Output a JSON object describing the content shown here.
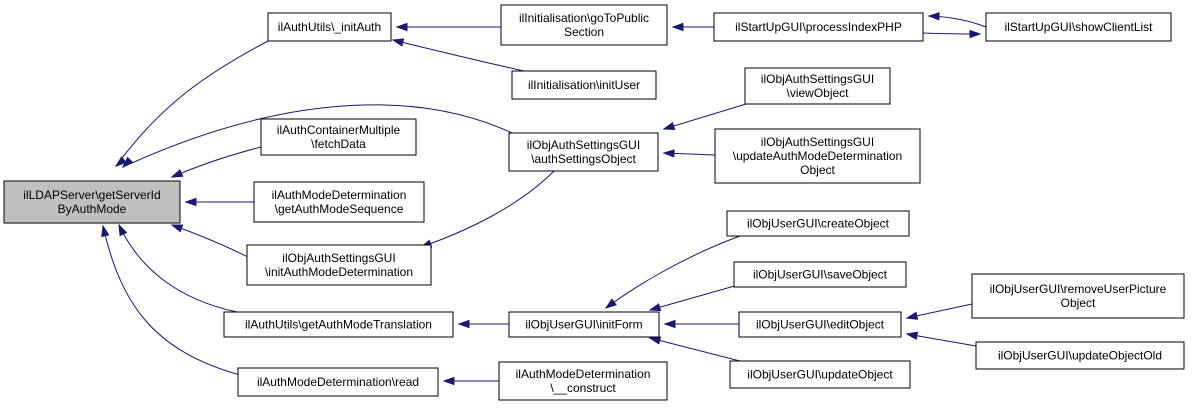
{
  "graph": {
    "nodes": [
      {
        "id": "getServerId",
        "lines": [
          "ilLDAPServer\\getServerId",
          "ByAuthMode"
        ],
        "focus": true
      },
      {
        "id": "initAuth",
        "lines": [
          "ilAuthUtils\\_initAuth"
        ]
      },
      {
        "id": "containerMultiple",
        "lines": [
          "ilAuthContainerMultiple",
          "\\fetchData"
        ]
      },
      {
        "id": "authModeDetSeq",
        "lines": [
          "ilAuthModeDetermination",
          "\\getAuthModeSequence"
        ]
      },
      {
        "id": "initAuthModeDet",
        "lines": [
          "ilObjAuthSettingsGUI",
          "\\initAuthModeDetermination"
        ]
      },
      {
        "id": "getAuthModeTrans",
        "lines": [
          "ilAuthUtils\\getAuthModeTranslation"
        ]
      },
      {
        "id": "authModeDetRead",
        "lines": [
          "ilAuthModeDetermination\\read"
        ]
      },
      {
        "id": "goToPublic",
        "lines": [
          "ilInitialisation\\goToPublic",
          "Section"
        ]
      },
      {
        "id": "initUser",
        "lines": [
          "ilInitialisation\\initUser"
        ]
      },
      {
        "id": "authSettingsObject",
        "lines": [
          "ilObjAuthSettingsGUI",
          "\\authSettingsObject"
        ]
      },
      {
        "id": "initForm",
        "lines": [
          "ilObjUserGUI\\initForm"
        ]
      },
      {
        "id": "construct",
        "lines": [
          "ilAuthModeDetermination",
          "\\__construct"
        ]
      },
      {
        "id": "processIndexPHP",
        "lines": [
          "ilStartUpGUI\\processIndexPHP"
        ]
      },
      {
        "id": "showClientList",
        "lines": [
          "ilStartUpGUI\\showClientList"
        ]
      },
      {
        "id": "viewObject",
        "lines": [
          "ilObjAuthSettingsGUI",
          "\\viewObject"
        ]
      },
      {
        "id": "updateAuthModeDet",
        "lines": [
          "ilObjAuthSettingsGUI",
          "\\updateAuthModeDetermination",
          "Object"
        ]
      },
      {
        "id": "createObject",
        "lines": [
          "ilObjUserGUI\\createObject"
        ]
      },
      {
        "id": "saveObject",
        "lines": [
          "ilObjUserGUI\\saveObject"
        ]
      },
      {
        "id": "editObject",
        "lines": [
          "ilObjUserGUI\\editObject"
        ]
      },
      {
        "id": "updateObject",
        "lines": [
          "ilObjUserGUI\\updateObject"
        ]
      },
      {
        "id": "removeUserPicture",
        "lines": [
          "ilObjUserGUI\\removeUserPicture",
          "Object"
        ]
      },
      {
        "id": "updateObjectOld",
        "lines": [
          "ilObjUserGUI\\updateObjectOld"
        ]
      }
    ],
    "edges": [
      {
        "from": "initAuth",
        "to": "getServerId"
      },
      {
        "from": "authSettingsObject",
        "to": "getServerId"
      },
      {
        "from": "containerMultiple",
        "to": "getServerId"
      },
      {
        "from": "authModeDetSeq",
        "to": "getServerId"
      },
      {
        "from": "initAuthModeDet",
        "to": "getServerId"
      },
      {
        "from": "getAuthModeTrans",
        "to": "getServerId"
      },
      {
        "from": "authModeDetRead",
        "to": "getServerId"
      },
      {
        "from": "goToPublic",
        "to": "initAuth"
      },
      {
        "from": "initUser",
        "to": "initAuth"
      },
      {
        "from": "viewObject",
        "to": "authSettingsObject"
      },
      {
        "from": "updateAuthModeDet",
        "to": "authSettingsObject"
      },
      {
        "from": "authSettingsObject",
        "to": "initAuthModeDet"
      },
      {
        "from": "initForm",
        "to": "getAuthModeTrans"
      },
      {
        "from": "construct",
        "to": "authModeDetRead"
      },
      {
        "from": "processIndexPHP",
        "to": "goToPublic"
      },
      {
        "from": "showClientList",
        "to": "processIndexPHP"
      },
      {
        "from": "processIndexPHP",
        "to": "showClientList"
      },
      {
        "from": "createObject",
        "to": "initForm"
      },
      {
        "from": "saveObject",
        "to": "initForm"
      },
      {
        "from": "editObject",
        "to": "initForm"
      },
      {
        "from": "updateObject",
        "to": "initForm"
      },
      {
        "from": "removeUserPicture",
        "to": "editObject"
      },
      {
        "from": "updateObjectOld",
        "to": "editObject"
      }
    ]
  }
}
